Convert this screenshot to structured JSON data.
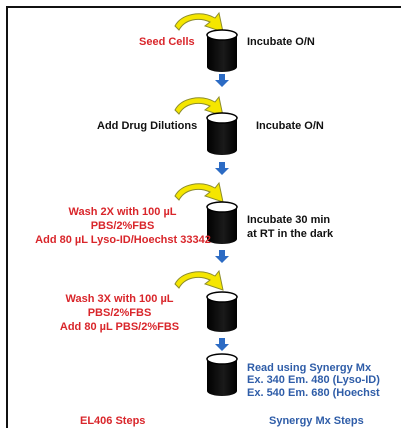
{
  "colors": {
    "red_text": "#d9262b",
    "blue_text": "#2f5da8",
    "black_text": "#111111",
    "arrow_blue": "#2c6bc4",
    "curved_arrow": "#f5e600",
    "curved_arrow_outline": "#8c8c2a",
    "vessel": "#000000"
  },
  "steps": [
    {
      "action": [
        "Seed Cells"
      ],
      "result": [
        "Incubate O/N"
      ]
    },
    {
      "action": [
        "Add Drug Dilutions"
      ],
      "result": [
        "Incubate O/N"
      ]
    },
    {
      "action": [
        "Wash 2X with 100 µL",
        "PBS/2%FBS",
        "Add 80 µL Lyso-ID/Hoechst 33342"
      ],
      "result": [
        "Incubate 30 min",
        "at RT in the dark"
      ]
    },
    {
      "action": [
        "Wash 3X with 100 µL",
        "PBS/2%FBS",
        "Add 80 µL PBS/2%FBS"
      ],
      "result": []
    },
    {
      "action": [],
      "result": [
        "Read using Synergy Mx",
        "Ex. 340  Em. 480 (Lyso-ID)",
        "Ex. 540  Em. 680 (Hoechst"
      ]
    }
  ],
  "footer": {
    "left": "EL406 Steps",
    "right": "Synergy Mx Steps"
  }
}
